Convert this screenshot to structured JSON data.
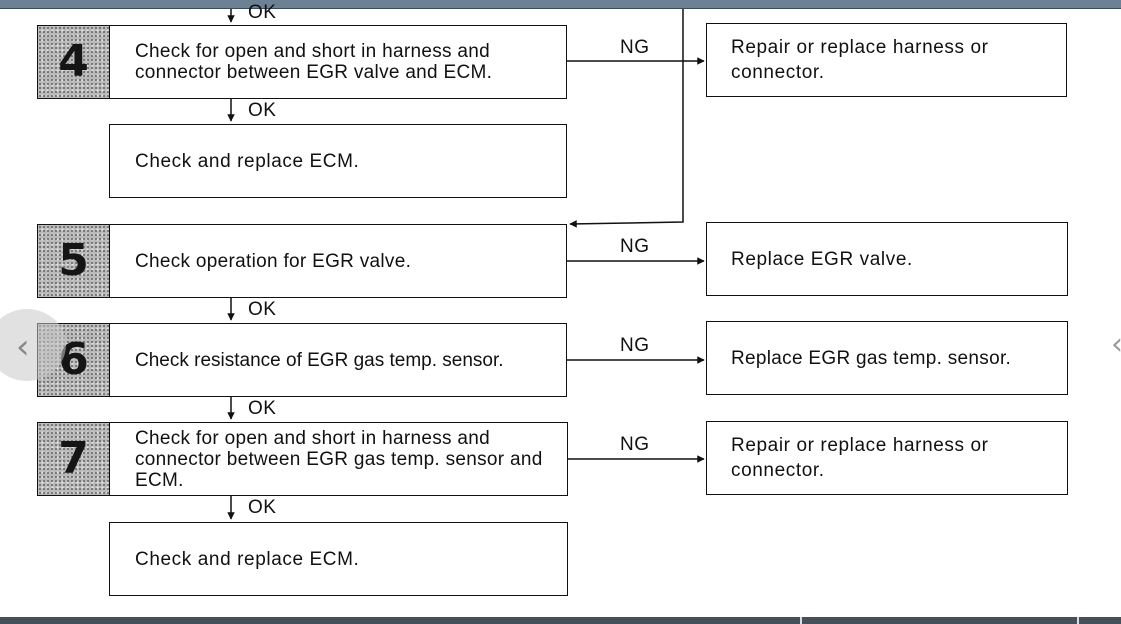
{
  "labels": {
    "ok": "OK",
    "ng": "NG"
  },
  "steps": [
    {
      "number": "4",
      "text": "Check for open and short in harness and connector between EGR valve and ECM.",
      "result": "Repair or replace harness or connector."
    },
    {
      "number": "5",
      "text": "Check operation for EGR valve.",
      "result": "Replace EGR valve."
    },
    {
      "number": "6",
      "text": "Check resistance of EGR gas temp. sensor.",
      "result": "Replace EGR gas temp. sensor."
    },
    {
      "number": "7",
      "text": "Check for open and short in harness and connector between EGR gas temp. sensor and ECM.",
      "result": "Repair or replace harness or connector."
    }
  ],
  "ecm_checks": [
    {
      "text": "Check and replace ECM."
    },
    {
      "text": "Check and replace ECM."
    }
  ],
  "icons": {
    "back": "chevron-left-icon",
    "forward": "chevron-right-icon"
  }
}
